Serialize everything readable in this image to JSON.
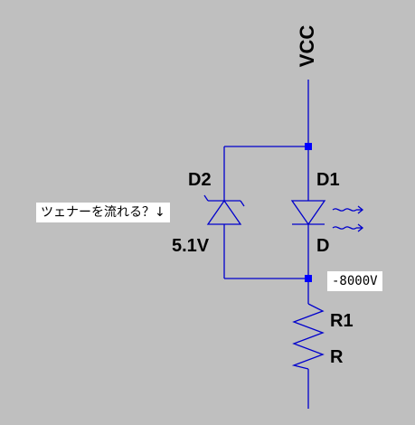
{
  "supply": {
    "net_label": "VCC"
  },
  "components": {
    "d2": {
      "name": "D2",
      "value": "5.1V",
      "kind": "zener-diode"
    },
    "d1": {
      "name": "D1",
      "value": "D",
      "kind": "led"
    },
    "r1": {
      "name": "R1",
      "value": "R",
      "kind": "resistor"
    }
  },
  "annotations": {
    "question": "ツェナーを流れる？↓",
    "node_voltage": "-8000V"
  },
  "colors": {
    "background": "#bfbfbf",
    "wire": "#0000cc",
    "junction": "#0000ff",
    "text": "#000000"
  }
}
